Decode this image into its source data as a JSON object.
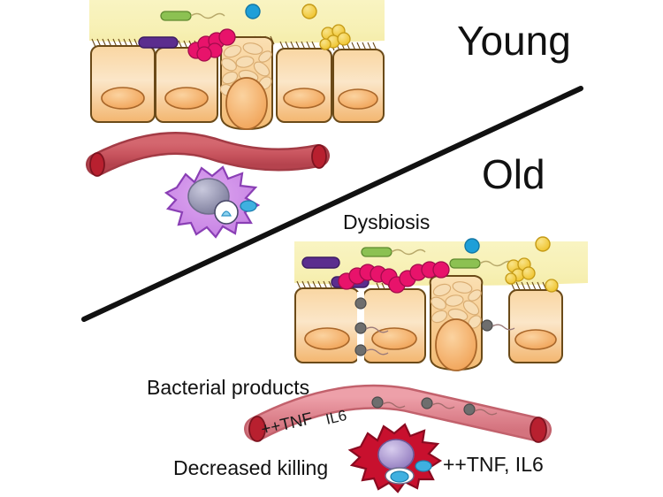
{
  "figure": {
    "title_young": "Young",
    "title_old": "Old",
    "divider_label": "Dysbiosis"
  },
  "labels": {
    "bacterial_products": "Bacterial products",
    "tnf_vessel": "++TNF",
    "il6_vessel": "IL6",
    "decreased_killing": "Decreased killing",
    "tnf_il6_macrophage": "++TNF, IL6"
  },
  "colors": {
    "lumen": "#f8f3bf",
    "epithelial_fill": "#f6c98a",
    "epithelial_edge": "#6b4a18",
    "nucleus": "#f3a85c",
    "goblet_granule": "#f7ddb4",
    "vessel_young": "#c9555f",
    "vessel_old": "#e08892",
    "vessel_cap": "#b8202f",
    "macrophage_young": "#cf8ee8",
    "macrophage_young_nucleus": "#8f8fae",
    "macrophage_old": "#c8102e",
    "macrophage_old_nucleus": "#9a86c8",
    "bact_green": "#8cc152",
    "bact_purple": "#5b2d8e",
    "bact_magenta": "#e8136b",
    "bact_yellow": "#f5cf3f",
    "bact_blue": "#1e9fd8",
    "lps_particle": "#6e6e6e",
    "divider_line": "#111111",
    "background": "#ffffff"
  },
  "legend_items": [
    {
      "name": "green-rod-flagellated-bacterium",
      "color": "#8cc152",
      "shape": "rod-with-flagellum"
    },
    {
      "name": "purple-rod-bacterium",
      "color": "#5b2d8e",
      "shape": "rod"
    },
    {
      "name": "magenta-cocci-chain",
      "color": "#e8136b",
      "shape": "chain-of-cocci"
    },
    {
      "name": "yellow-cocci-cluster",
      "color": "#f5cf3f",
      "shape": "cluster-of-cocci"
    },
    {
      "name": "blue-particle",
      "color": "#1e9fd8",
      "shape": "circle"
    },
    {
      "name": "yellow-particle",
      "color": "#f5cf3f",
      "shape": "circle"
    },
    {
      "name": "lps-bacterial-product",
      "color": "#6e6e6e",
      "shape": "circle-with-tail"
    }
  ],
  "panels": {
    "young": {
      "epithelium_cells": 5,
      "goblet_cell_index": 2,
      "barrier_state": "intact",
      "vessel_state": "healthy",
      "macrophage_state": "phagocytosing"
    },
    "old": {
      "epithelium_cells": 4,
      "goblet_cell_index": 2,
      "barrier_state": "leaky",
      "vessel_state": "inflamed",
      "macrophage_state": "decreased-killing"
    }
  }
}
